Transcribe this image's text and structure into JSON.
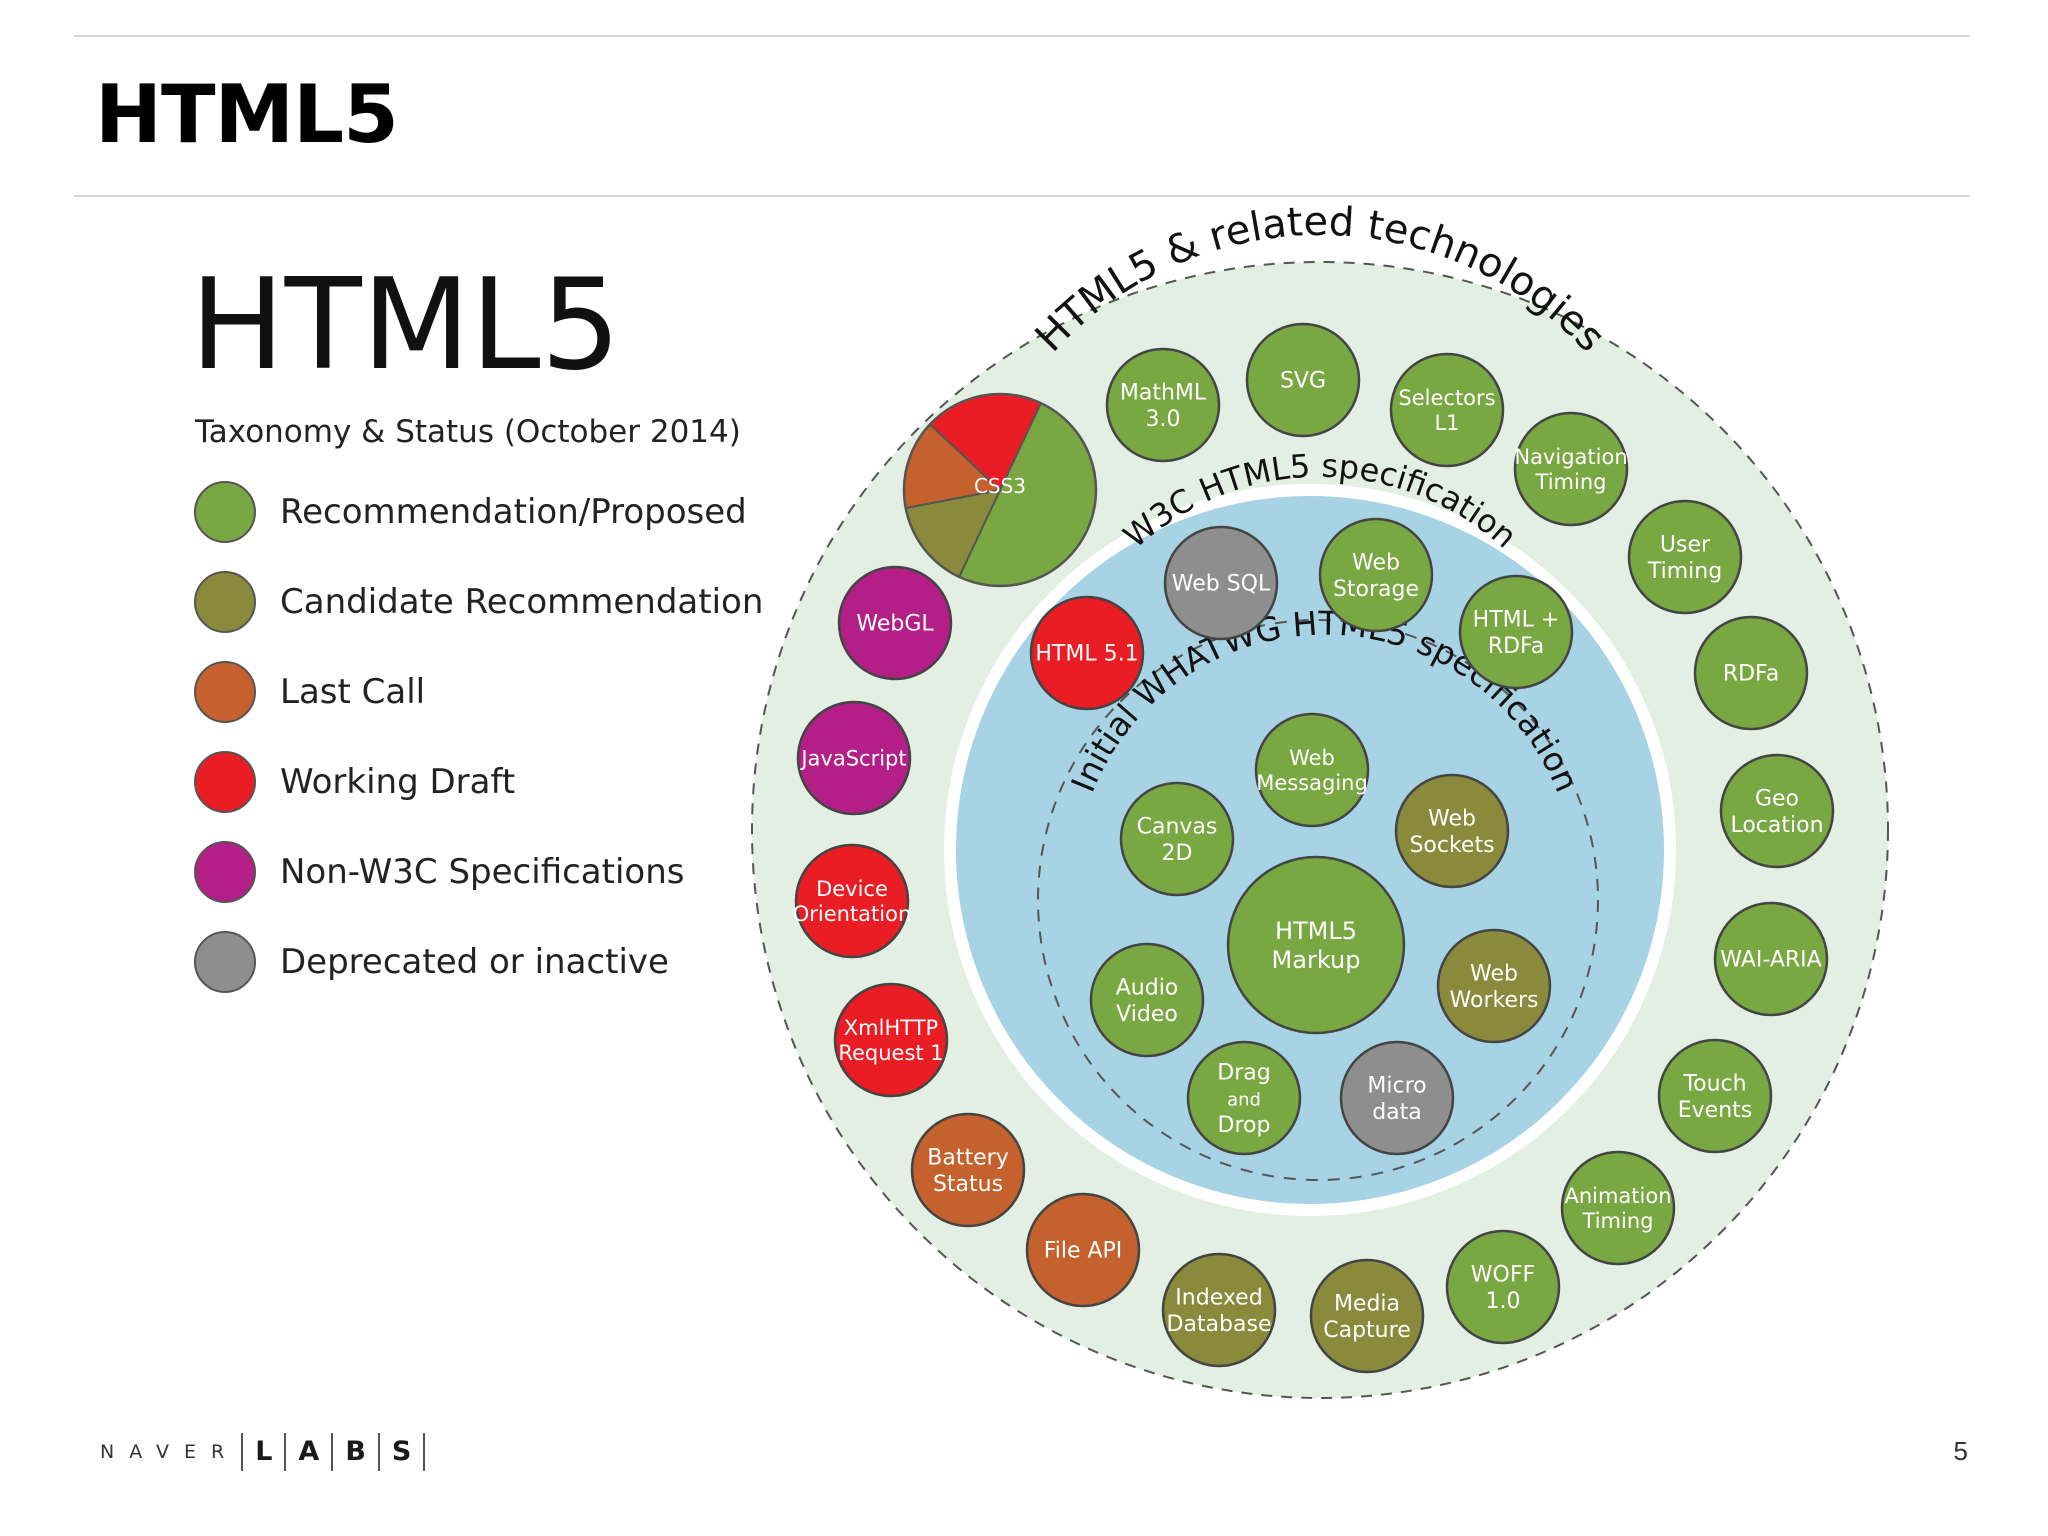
{
  "slide": {
    "title": "HTML5",
    "page_number": "5"
  },
  "footer": {
    "naver": "NAVER",
    "labs": [
      "L",
      "A",
      "B",
      "S"
    ]
  },
  "figure": {
    "title": "HTML5",
    "subtitle": "Taxonomy & Status (October 2014)",
    "colors": {
      "recommendation": "#79a843",
      "candidate": "#8a8a3c",
      "last_call": "#c4612c",
      "working_draft": "#ea1c24",
      "non_w3c": "#b31f86",
      "deprecated": "#8e8e8e",
      "outer_ring": "#e3efe2",
      "inner_area": "#a8d3e4"
    },
    "legend": [
      {
        "status": "recommendation",
        "label": "Recommendation/Proposed"
      },
      {
        "status": "candidate",
        "label": "Candidate Recommendation"
      },
      {
        "status": "last_call",
        "label": "Last Call"
      },
      {
        "status": "working_draft",
        "label": "Working Draft"
      },
      {
        "status": "non_w3c",
        "label": "Non-W3C Specifications"
      },
      {
        "status": "deprecated",
        "label": "Deprecated or inactive"
      }
    ],
    "rings": {
      "outer": "HTML5 & related technologies",
      "middle": "W3C HTML5 specification",
      "inner": "Initial WHATWG HTML5 specification"
    },
    "css3": {
      "label": "CSS3",
      "segments": [
        {
          "status": "recommendation",
          "share": 0.5
        },
        {
          "status": "candidate",
          "share": 0.15
        },
        {
          "status": "last_call",
          "share": 0.15
        },
        {
          "status": "working_draft",
          "share": 0.2
        }
      ]
    },
    "technologies": [
      {
        "id": "mathml",
        "lines": [
          "MathML",
          "3.0"
        ],
        "status": "recommendation"
      },
      {
        "id": "svg",
        "lines": [
          "SVG"
        ],
        "status": "recommendation"
      },
      {
        "id": "selectors",
        "lines": [
          "Selectors",
          "L1"
        ],
        "status": "recommendation"
      },
      {
        "id": "navigation-timing",
        "lines": [
          "Navigation",
          "Timing"
        ],
        "status": "recommendation"
      },
      {
        "id": "user-timing",
        "lines": [
          "User",
          "Timing"
        ],
        "status": "recommendation"
      },
      {
        "id": "rdfa",
        "lines": [
          "RDFa"
        ],
        "status": "recommendation"
      },
      {
        "id": "geo-location",
        "lines": [
          "Geo",
          "Location"
        ],
        "status": "recommendation"
      },
      {
        "id": "wai-aria",
        "lines": [
          "WAI-ARIA"
        ],
        "status": "recommendation"
      },
      {
        "id": "touch-events",
        "lines": [
          "Touch",
          "Events"
        ],
        "status": "recommendation"
      },
      {
        "id": "animation-timing",
        "lines": [
          "Animation",
          "Timing"
        ],
        "status": "recommendation"
      },
      {
        "id": "woff",
        "lines": [
          "WOFF",
          "1.0"
        ],
        "status": "recommendation"
      },
      {
        "id": "media-capture",
        "lines": [
          "Media",
          "Capture"
        ],
        "status": "candidate"
      },
      {
        "id": "indexed-database",
        "lines": [
          "Indexed",
          "Database"
        ],
        "status": "candidate"
      },
      {
        "id": "file-api",
        "lines": [
          "File API"
        ],
        "status": "last_call"
      },
      {
        "id": "battery-status",
        "lines": [
          "Battery",
          "Status"
        ],
        "status": "last_call"
      },
      {
        "id": "xmlhttp-request",
        "lines": [
          "XmlHTTP",
          "Request 1"
        ],
        "status": "working_draft"
      },
      {
        "id": "device-orientation",
        "lines": [
          "Device",
          "Orientation"
        ],
        "status": "working_draft"
      },
      {
        "id": "javascript",
        "lines": [
          "JavaScript"
        ],
        "status": "non_w3c"
      },
      {
        "id": "webgl",
        "lines": [
          "WebGL"
        ],
        "status": "non_w3c"
      },
      {
        "id": "html-5-1",
        "lines": [
          "HTML 5.1"
        ],
        "status": "working_draft"
      },
      {
        "id": "web-sql",
        "lines": [
          "Web SQL"
        ],
        "status": "deprecated"
      },
      {
        "id": "web-storage",
        "lines": [
          "Web",
          "Storage"
        ],
        "status": "recommendation"
      },
      {
        "id": "html-rdfa",
        "lines": [
          "HTML +",
          "RDFa"
        ],
        "status": "recommendation"
      },
      {
        "id": "web-messaging",
        "lines": [
          "Web",
          "Messaging"
        ],
        "status": "recommendation"
      },
      {
        "id": "canvas-2d",
        "lines": [
          "Canvas",
          "2D"
        ],
        "status": "recommendation"
      },
      {
        "id": "web-sockets",
        "lines": [
          "Web",
          "Sockets"
        ],
        "status": "candidate"
      },
      {
        "id": "html5-markup",
        "lines": [
          "HTML5",
          "Markup"
        ],
        "status": "recommendation"
      },
      {
        "id": "audio-video",
        "lines": [
          "Audio",
          "Video"
        ],
        "status": "recommendation"
      },
      {
        "id": "web-workers",
        "lines": [
          "Web",
          "Workers"
        ],
        "status": "candidate"
      },
      {
        "id": "drag-and-drop",
        "lines": [
          "Drag",
          "and",
          "Drop"
        ],
        "status": "recommendation"
      },
      {
        "id": "microdata",
        "lines": [
          "Micro",
          "data"
        ],
        "status": "deprecated"
      }
    ]
  }
}
